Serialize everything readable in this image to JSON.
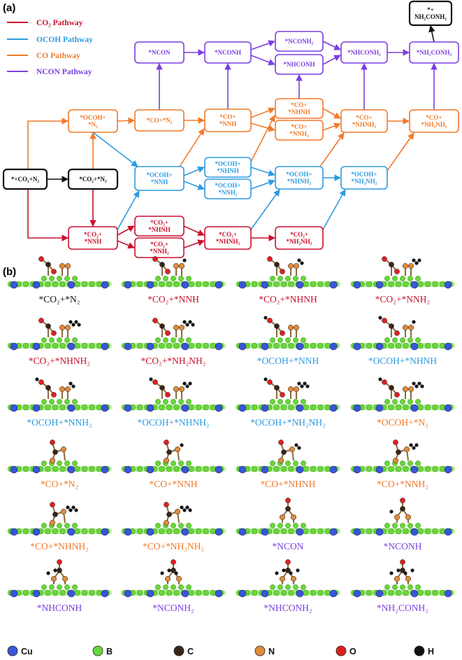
{
  "colors": {
    "co2": "#c8102e",
    "ocoh": "#2e9be0",
    "co": "#f07a2a",
    "ncon": "#7b3fe0",
    "neutral": "#111111",
    "b_atom": "#6ad63a",
    "cu_atom": "#3a55d8",
    "c_atom": "#3a2418",
    "n_atom": "#e08a3a",
    "o_atom": "#e02020",
    "h_atom": "#111111"
  },
  "panels": {
    "a": "(a)",
    "b": "(b)"
  },
  "legend": [
    {
      "label": "CO₂ Pathway",
      "color_key": "co2"
    },
    {
      "label": "OCOH Pathway",
      "color_key": "ocoh"
    },
    {
      "label": "CO Pathway",
      "color_key": "co"
    },
    {
      "label": "NCON Pathway",
      "color_key": "ncon"
    }
  ],
  "nodes": {
    "start": {
      "lines": [
        "*+CO₂+N₂"
      ],
      "color_key": "neutral"
    },
    "co2_n2": {
      "lines": [
        "*CO₂+*N₂"
      ],
      "color_key": "neutral"
    },
    "ocoh_n2": {
      "lines": [
        "*OCOH+",
        "*N₂"
      ],
      "color_key": "co"
    },
    "co_n2": {
      "lines": [
        "*CO+*N₂"
      ],
      "color_key": "co"
    },
    "co_nnh": {
      "lines": [
        "*CO+",
        "*NNH"
      ],
      "color_key": "co"
    },
    "co_nhnh": {
      "lines": [
        "*CO+",
        "*NHNH"
      ],
      "color_key": "co"
    },
    "co_nnh2": {
      "lines": [
        "*CO+",
        "*NNH₂"
      ],
      "color_key": "co"
    },
    "co_nhnh2": {
      "lines": [
        "*CO+",
        "*NHNH₂"
      ],
      "color_key": "co"
    },
    "co_nh2nh2": {
      "lines": [
        "*CO+",
        "*NH₂NH₂"
      ],
      "color_key": "co"
    },
    "ncon": {
      "lines": [
        "*NCON"
      ],
      "color_key": "ncon"
    },
    "nconh": {
      "lines": [
        "*NCONH"
      ],
      "color_key": "ncon"
    },
    "nconh2": {
      "lines": [
        "*NCONH₂"
      ],
      "color_key": "ncon"
    },
    "nhconh": {
      "lines": [
        "*NHCONH"
      ],
      "color_key": "ncon"
    },
    "nhconh2": {
      "lines": [
        "*NHCONH₂"
      ],
      "color_key": "ncon"
    },
    "nh2conh2": {
      "lines": [
        "*NH₂CONH₂"
      ],
      "color_key": "ncon"
    },
    "final": {
      "lines": [
        "*+",
        "NH₂CONH₂"
      ],
      "color_key": "neutral"
    },
    "ocoh_nnh": {
      "lines": [
        "*OCOH+",
        "*NNH"
      ],
      "color_key": "ocoh"
    },
    "ocoh_nhnh": {
      "lines": [
        "*OCOH+",
        "*NHNH"
      ],
      "color_key": "ocoh"
    },
    "ocoh_nnh2": {
      "lines": [
        "*OCOH+",
        "*NNH₂"
      ],
      "color_key": "ocoh"
    },
    "ocoh_nhnh2": {
      "lines": [
        "*OCOH+",
        "*NHNH₂"
      ],
      "color_key": "ocoh"
    },
    "ocoh_nh2nh2": {
      "lines": [
        "*OCOH+",
        "*NH₂NH₂"
      ],
      "color_key": "ocoh"
    },
    "co2_nnh": {
      "lines": [
        "*CO₂+",
        "*NNH"
      ],
      "color_key": "co2"
    },
    "co2_nhnh": {
      "lines": [
        "*CO₂+",
        "*NHNH"
      ],
      "color_key": "co2"
    },
    "co2_nnh2": {
      "lines": [
        "*CO₂+",
        "*NNH₂"
      ],
      "color_key": "co2"
    },
    "co2_nhnh2": {
      "lines": [
        "*CO₂+",
        "*NHNH₂"
      ],
      "color_key": "co2"
    },
    "co2_nh2nh2": {
      "lines": [
        "*CO₂+",
        "*NH₂NH₂"
      ],
      "color_key": "co2"
    }
  },
  "structures": [
    {
      "label": "*CO₂+*N₂",
      "color_key": "neutral"
    },
    {
      "label": "*CO₂+*NNH",
      "color_key": "co2"
    },
    {
      "label": "*CO₂+*NHNH",
      "color_key": "co2"
    },
    {
      "label": "*CO₂+*NNH₂",
      "color_key": "co2"
    },
    {
      "label": "*CO₂+*NHNH₂",
      "color_key": "co2"
    },
    {
      "label": "*CO₂+*NH₂NH₂",
      "color_key": "co2"
    },
    {
      "label": "*OCOH+*NNH",
      "color_key": "ocoh"
    },
    {
      "label": "*OCOH+*NHNH",
      "color_key": "ocoh"
    },
    {
      "label": "*OCOH+*NNH₂",
      "color_key": "ocoh"
    },
    {
      "label": "*OCOH+*NHNH₂",
      "color_key": "ocoh"
    },
    {
      "label": "*OCOH+*NH₂NH₂",
      "color_key": "ocoh"
    },
    {
      "label": "*OCOH+*N₂",
      "color_key": "co"
    },
    {
      "label": "*CO+*N₂",
      "color_key": "co"
    },
    {
      "label": "*CO+*NNH",
      "color_key": "co"
    },
    {
      "label": "*CO+*NHNH",
      "color_key": "co"
    },
    {
      "label": "*CO+*NNH₂",
      "color_key": "co"
    },
    {
      "label": "*CO+*NHNH₂",
      "color_key": "co"
    },
    {
      "label": "*CO+*NH₂NH₂",
      "color_key": "co"
    },
    {
      "label": "*NCON",
      "color_key": "ncon"
    },
    {
      "label": "*NCONH",
      "color_key": "ncon"
    },
    {
      "label": "*NHCONH",
      "color_key": "ncon"
    },
    {
      "label": "*NCONH₂",
      "color_key": "ncon"
    },
    {
      "label": "*NHCONH₂",
      "color_key": "ncon"
    },
    {
      "label": "*NH₂CONH₂",
      "color_key": "ncon"
    }
  ],
  "atom_key": [
    {
      "label": "Cu",
      "color_key": "cu_atom"
    },
    {
      "label": "B",
      "color_key": "b_atom"
    },
    {
      "label": "C",
      "color_key": "c_atom"
    },
    {
      "label": "N",
      "color_key": "n_atom"
    },
    {
      "label": "O",
      "color_key": "o_atom"
    },
    {
      "label": "H",
      "color_key": "h_atom"
    }
  ]
}
